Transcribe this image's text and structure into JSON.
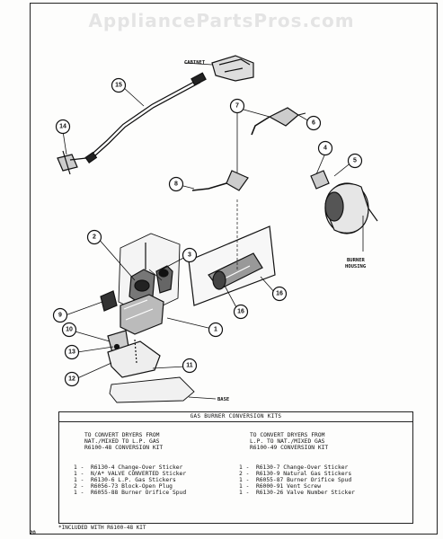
{
  "watermark": "AppliancePartsPros.com",
  "diagram": {
    "labels": {
      "cabinet": "CABINET",
      "burner_housing_1": "BURNER",
      "burner_housing_2": "HOUSING",
      "base": "BASE"
    },
    "callouts": [
      "1",
      "2",
      "3",
      "4",
      "5",
      "6",
      "7",
      "8",
      "10",
      "9",
      "11",
      "12",
      "13",
      "14",
      "15",
      "16",
      "16"
    ]
  },
  "kits": {
    "title": "GAS BURNER CONVERSION KITS",
    "left": {
      "head": [
        "TO CONVERT DRYERS FROM",
        "NAT./MIXED TO L.P. GAS",
        "R6100-48 CONVERSION KIT"
      ],
      "items": [
        "1 -  R6130-4 Change-Over Sticker",
        "1 -  N/A* VALVE CONVERTED Sticker",
        "1 -  R6130-6 L.P. Gas Stickers",
        "2 -  R6056-73 Block-Open Plug",
        "1 -  R6055-88 Burner Orifice Spud"
      ]
    },
    "right": {
      "head": [
        "TO CONVERT DRYERS FROM",
        "L.P. TO NAT./MIXED GAS",
        "R6100-49 CONVERSION KIT"
      ],
      "items": [
        "1 -  R6130-7 Change-Over Sticker",
        "2 -  R6130-9 Natural Gas Stickers",
        "1 -  R6055-87 Burner Orifice Spud",
        "1 -  R6000-91 Vent Screw",
        "1 -  R6130-26 Valve Number Sticker"
      ]
    },
    "footnote": "*INCLUDED WITH R6100-48 KIT"
  },
  "page_number": "20"
}
